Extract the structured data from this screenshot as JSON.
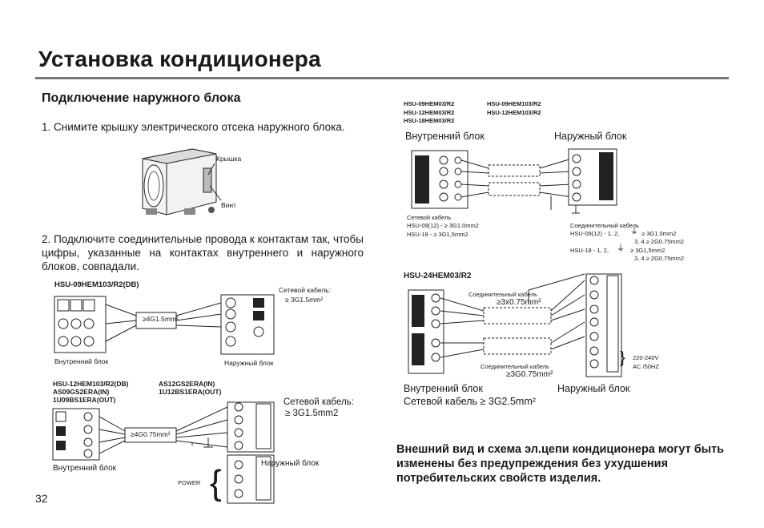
{
  "header": {
    "title": "Установка кондиционера",
    "section_title": "Подключение наружного блока"
  },
  "steps": {
    "step1": "1.  Снимите крышку электрического отсека наружного блока.",
    "step2": "2. Подключите соединительные провода к контактам так, чтобы цифры, указанные на контактах внутреннего и наружного блоков, совпадали."
  },
  "fig_outdoor": {
    "cover_label": "Крышка",
    "screw_label": "Винт"
  },
  "diagram1": {
    "model": "HSU-09HEM103/R2(DB)",
    "cable_label": "Сетевой кабель:",
    "cable_spec": "≥ 3G1.5mm²",
    "wire_spec": "≥4G1.5mm²",
    "indoor_label": "Внутренний блок",
    "outdoor_label": "Наружный блок"
  },
  "diagram2": {
    "models_left": [
      "HSU-12HEM103/R2(DB)",
      "AS09GS2ERA(IN)",
      "1U09BS1ERA(OUT)"
    ],
    "models_right": [
      "AS12GS2ERA(IN)",
      "1U12BS1ERA(OUT)"
    ],
    "cable_label": "Сетевой кабель:",
    "cable_spec": "≥ 3G1.5mm2",
    "wire_spec": "≥4G0.75mm²",
    "indoor_label": "Внутренний блок",
    "outdoor_label": "Наружный блок",
    "power_label": "POWER"
  },
  "diagram3": {
    "models_col1": [
      "HSU-09HEM03/R2",
      "HSU-12HEM03/R2",
      "HSU-18HEM03/R2"
    ],
    "models_col2": [
      "HSU-09HEM103/R2",
      "HSU-12HEM103/R2"
    ],
    "indoor_label": "Внутренний блок",
    "outdoor_label": "Наружный блок",
    "power_cable_notes": [
      "Сетевой кабель",
      "HSU-09(12) - ≥ 3G1.0mm2",
      "HSU-18 - ≥ 3G1,5mm2"
    ],
    "conn_cable_title": "Соединительный кабель",
    "conn_rows": [
      {
        "prefix": "HSU-09(12) - 1, 2,",
        "a": "≥ 3G1.0mm2",
        "b": "3, 4  ≥ 2G0.75mm2"
      },
      {
        "prefix": "HSU-18 - 1, 2,",
        "a": "≥ 3G1,5mm2",
        "b": "3, 4  ≥ 2G0.75mm2"
      }
    ]
  },
  "diagram4": {
    "model": "HSU-24HEM03/R2",
    "conn_cable_1": "Соединительный кабель",
    "spec_1": "≥3x0.75mm²",
    "conn_cable_2": "Соединительный кабель",
    "spec_2": "≥3G0.75mm²",
    "voltage": "220-240V",
    "freq": "AC /50HZ",
    "indoor_label": "Внутренний блок",
    "outdoor_label": "Наружный блок",
    "power_cable": "Сетевой кабель ≥ 3G2.5mm²"
  },
  "footer": {
    "warning": "Внешний вид и схема эл.цепи кондиционера могут быть изменены без предупреждения без ухудшения потребительских свойств изделия.",
    "page_number": "32"
  }
}
